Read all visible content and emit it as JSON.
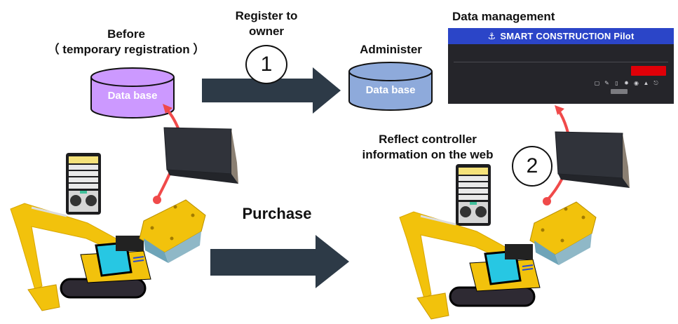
{
  "labels": {
    "before_line1": "Before",
    "before_line2": "（ temporary  registration ）",
    "register_line1": "Register to",
    "register_line2": "owner",
    "administer": "Administer",
    "data_management": "Data management",
    "reflect_line1": "Reflect controller",
    "reflect_line2": "information on the web",
    "purchase": "Purchase"
  },
  "steps": {
    "step1": "1",
    "step2": "2"
  },
  "databases": {
    "temporary": {
      "label": "Data base",
      "color": "#cc99ff"
    },
    "administer": {
      "label": "Data base",
      "color": "#8eaadb"
    }
  },
  "web_app": {
    "title": "SMART CONSTRUCTION Pilot",
    "logo_icon": "excavator-arm-icon",
    "header_color": "#2b45c8",
    "alert_color": "#e00008",
    "toolbar_icons": [
      "tablet-icon",
      "wrench-icon",
      "device-icon",
      "settings-icon",
      "target-icon",
      "warning-icon",
      "upload-icon"
    ]
  },
  "colors": {
    "arrow": "#2d3a47",
    "connector": "#f04a4a",
    "machine_yellow": "#f2c20c",
    "cab_cyan": "#27c7e3"
  }
}
